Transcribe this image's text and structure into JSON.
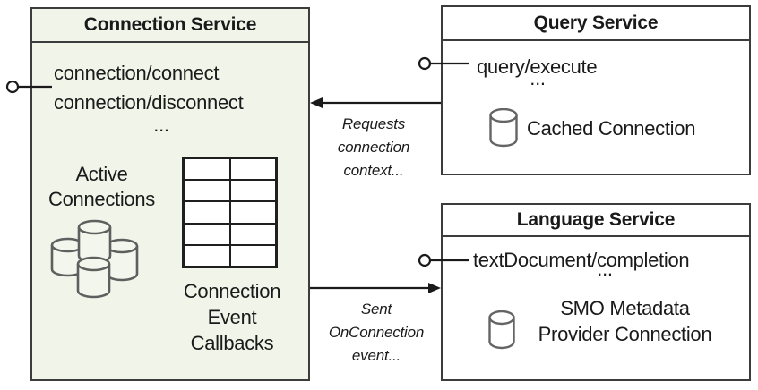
{
  "colors": {
    "service_box_fill": "#f1f4e9",
    "plain_box_fill": "#ffffff",
    "border": "#3c3c3c",
    "line": "#1a1a1a",
    "cylinder_stroke": "#646464"
  },
  "connection_service": {
    "title": "Connection Service",
    "methods": [
      "connection/connect",
      "connection/disconnect"
    ],
    "ellipsis": "...",
    "active_connections_lines": [
      "Active",
      "Connections"
    ],
    "callbacks_lines": [
      "Connection",
      "Event",
      "Callbacks"
    ]
  },
  "query_service": {
    "title": "Query Service",
    "methods": [
      "query/execute"
    ],
    "ellipsis": "...",
    "cached_connection_label": "Cached Connection"
  },
  "language_service": {
    "title": "Language Service",
    "methods": [
      "textDocument/completion"
    ],
    "ellipsis": "...",
    "smo_lines": [
      "SMO Metadata",
      "Provider Connection"
    ]
  },
  "annotations": {
    "requests_lines": [
      "Requests",
      "connection",
      "context..."
    ],
    "sent_lines": [
      "Sent",
      "OnConnection",
      "event..."
    ]
  }
}
